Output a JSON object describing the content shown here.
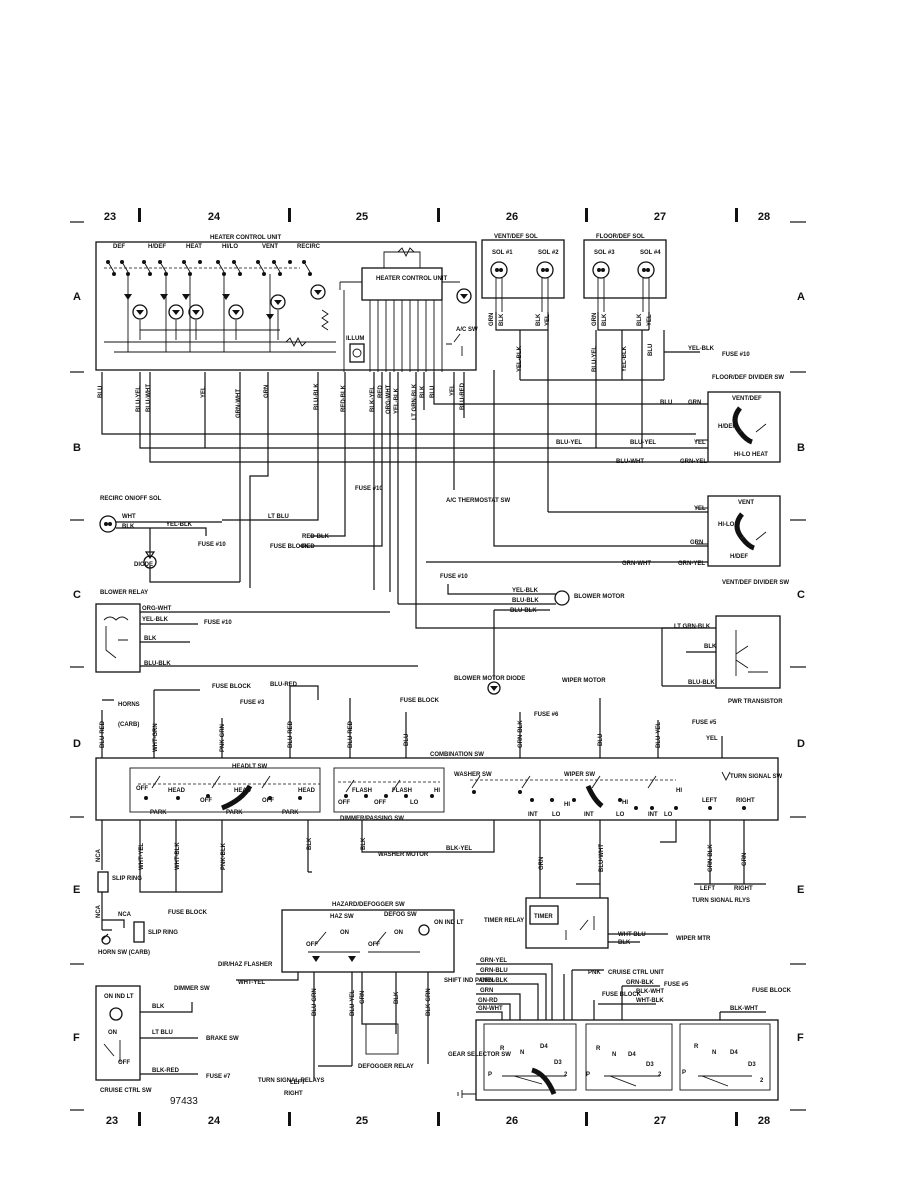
{
  "grid": {
    "top_numbers": [
      "23",
      "24",
      "25",
      "26",
      "27",
      "28"
    ],
    "bottom_numbers": [
      "23",
      "24",
      "25",
      "26",
      "27",
      "28"
    ],
    "row_letters": [
      "A",
      "B",
      "C",
      "D",
      "E",
      "F"
    ]
  },
  "figure_number": "97433",
  "heater_control": {
    "title": "HEATER CONTROL UNIT",
    "modes": [
      "DEF",
      "H/DEF",
      "HEAT",
      "HI/LO",
      "VENT",
      "RECIRC"
    ],
    "unit_label": "HEATER CONTROL UNIT",
    "illum": "ILLUM",
    "ac_sw": "A/C SW",
    "wires": [
      "BLU",
      "BLU-YEL",
      "BLU-WHT",
      "YEL",
      "GRN-WHT",
      "GRN",
      "BLU-BLK",
      "RED-BLK",
      "BLK-YEL",
      "RED",
      "ORG-WHT",
      "YEL-BLK",
      "LT GRN-BLK",
      "BLK",
      "BLU",
      "YEL",
      "BLU-RED"
    ]
  },
  "vent_def_sol": {
    "title": "VENT/DEF SOL",
    "sol1": "SOL #1",
    "sol2": "SOL #2",
    "wires": [
      "GRN",
      "BLK",
      "BLK",
      "YEL"
    ]
  },
  "floor_def_sol": {
    "title": "FLOOR/DEF SOL",
    "sol3": "SOL #3",
    "sol4": "SOL #4",
    "wires": [
      "GRN",
      "BLK",
      "BLK",
      "YEL"
    ]
  },
  "floor_def_divider": {
    "title": "FLOOR/DEF DIVIDER SW",
    "positions": [
      "VENT/DEF",
      "H/DEF",
      "HI-LO HEAT"
    ]
  },
  "vent_def_divider": {
    "title": "VENT/DEF DIVIDER SW",
    "positions": [
      "VENT",
      "HI-LO",
      "H/DEF"
    ]
  },
  "mid_labels": {
    "yel_blk_fuse10": "YEL-BLK",
    "fuse10": "FUSE #10",
    "blu_grn": "BLU",
    "grn": "GRN",
    "blu_yel": "BLU-YEL",
    "yel": "YEL",
    "blu_wht": "BLU-WHT",
    "grn_yel": "GRN-YEL",
    "grn_wht": "GRN-WHT",
    "lt_blu": "LT BLU",
    "ac_thermostat": "A/C THERMOSTAT SW"
  },
  "recirc": {
    "title": "RECIRC ON/OFF SOL",
    "wht": "WHT",
    "blk": "BLK",
    "yel_blk": "YEL-BLK",
    "fuse": "FUSE #10",
    "diode": "DIODE",
    "fuse_block": "FUSE BLOCK",
    "red_blk": "RED-BLK",
    "red": "RED"
  },
  "blower_relay": {
    "title": "BLOWER RELAY",
    "wires": [
      "ORG-WHT",
      "YEL-BLK",
      "BLK",
      "BLU-BLK"
    ],
    "fuse": "FUSE #10"
  },
  "blower_motor": {
    "title": "BLOWER MOTOR",
    "fuse": "FUSE #10",
    "wires": [
      "YEL-BLK",
      "BLU-BLK",
      "BLU-BLK"
    ],
    "diode": "BLOWER MOTOR DIODE"
  },
  "pwr_transistor": {
    "title": "PWR TRANSISTOR",
    "wires": [
      "LT GRN-BLK",
      "BLK",
      "BLU-BLK"
    ]
  },
  "combination_sw": {
    "title": "COMBINATION SW",
    "headlt": "HEADLT SW",
    "dimmer": "DIMMER/PASSING SW",
    "washer": "WASHER SW",
    "wiper": "WIPER SW",
    "turn": "TURN SIGNAL SW",
    "labels": [
      "OFF",
      "HEAD",
      "PARK",
      "FLASH",
      "LO",
      "HI",
      "INT",
      "LEFT",
      "RIGHT"
    ],
    "top_wires": [
      "BLU-RED",
      "WHT-GRN",
      "PNK-GRN",
      "BLU-RED",
      "BLU-RED",
      "BLU",
      "GRN-BLK",
      "BLU",
      "BLU-YEL",
      "YEL"
    ],
    "bottom_wires": [
      "NCA",
      "WHT-YEL",
      "WHT-BLK",
      "PNK-BLK",
      "BLK",
      "BLK",
      "GRN",
      "BLU-WHT",
      "GRN-BLK",
      "GRN"
    ]
  },
  "top_refs": {
    "horns": "HORNS",
    "carb": "(CARB)",
    "fuse_block": "FUSE BLOCK",
    "blu_red": "BLU-RED",
    "fuse3": "FUSE #3",
    "fuse_block2": "FUSE BLOCK",
    "fuse6": "FUSE #6",
    "wiper_motor": "WIPER MOTOR",
    "fuse5": "FUSE #5"
  },
  "lower_left": {
    "slip_ring": "SLIP RING",
    "slip_ring2": "SLIP RING",
    "nca": "NCA",
    "horn_sw": "HORN SW (CARB)",
    "fuse_block": "FUSE BLOCK",
    "washer_motor": "WASHER MOTOR",
    "blk_yel": "BLK-YEL"
  },
  "turn_signal": {
    "title": "TURN SIGNAL RLYS",
    "left": "LEFT",
    "right": "RIGHT",
    "wires": [
      "GRN-BLK",
      "GRN"
    ]
  },
  "timer_relay": {
    "title": "TIMER RELAY",
    "timer": "TIMER",
    "wht_blu": "WHT-BLU",
    "blk": "BLK",
    "wiper_mtr": "WIPER MTR"
  },
  "hazard": {
    "title": "HAZARD/DEFOGGER SW",
    "haz": "HAZ SW",
    "defog": "DEFOG SW",
    "on": "ON",
    "off": "OFF",
    "on_ind": "ON IND LT",
    "flasher": "DIR/HAZ FLASHER",
    "wht_yel": "WHT-YEL",
    "wires": [
      "BLU-GRN",
      "BLU-YEL",
      "GRN",
      "BLK",
      "BLK-GRN"
    ],
    "defogger_relay": "DEFOGGER RELAY",
    "turn_signal_relays": "TURN SIGNAL RELAYS",
    "left": "LEFT",
    "right": "RIGHT"
  },
  "cruise": {
    "title": "CRUISE CTRL SW",
    "on_ind": "ON IND LT",
    "on": "ON",
    "off": "OFF",
    "dimmer_sw": "DIMMER SW",
    "blk": "BLK",
    "lt_blu": "LT BLU",
    "brake_sw": "BRAKE SW",
    "blk_red": "BLK-RED",
    "fuse7": "FUSE #7"
  },
  "gear_selector": {
    "title": "GEAR SELECTOR SW",
    "shift_panel": "SHIFT IND PANEL",
    "panel_wires": [
      "GRN-YEL",
      "GRN-BLU",
      "GRN-BLK",
      "GRN",
      "GN-RD",
      "GN-WHT"
    ],
    "pnk": "PNK",
    "cruise_unit": "CRUISE CTRL UNIT",
    "grn_blk": "GRN-BLK",
    "fuse5": "FUSE #5",
    "blk_wht": "BLK-WHT",
    "fuse_block": "FUSE BLOCK",
    "wht_blk": "WHT-BLK",
    "fuse_block2": "FUSE BLOCK",
    "blk_wht2": "BLK-WHT",
    "positions": [
      "R",
      "N",
      "D4",
      "D3",
      "2",
      "P"
    ]
  }
}
